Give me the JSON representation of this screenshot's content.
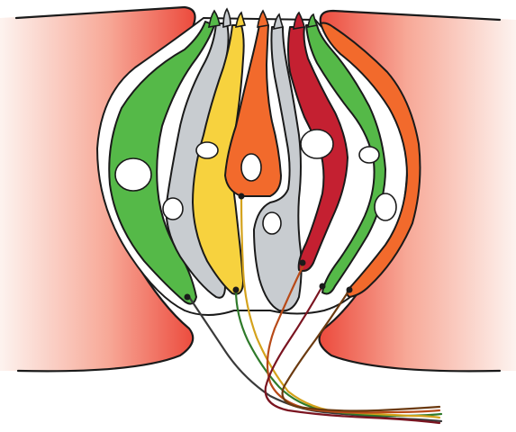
{
  "diagram": {
    "kind": "taste-bud-cross-section",
    "colors": {
      "epithelium_light": "#fbe4dc",
      "epithelium_dark": "#ec4a3c",
      "cell_green": "#55b948",
      "cell_gray": "#c8ccd0",
      "cell_yellow": "#f7d23e",
      "cell_orange": "#f26a2c",
      "cell_red": "#c42031",
      "nucleus": "#ffffff",
      "outline": "#1a1a1a"
    },
    "cells": [
      {
        "id": "green-left",
        "color": "green"
      },
      {
        "id": "gray-left",
        "color": "gray"
      },
      {
        "id": "yellow",
        "color": "yellow"
      },
      {
        "id": "orange-center",
        "color": "orange"
      },
      {
        "id": "gray-center",
        "color": "gray"
      },
      {
        "id": "red",
        "color": "red"
      },
      {
        "id": "green-right",
        "color": "green"
      },
      {
        "id": "orange-right",
        "color": "orange"
      }
    ],
    "nerve_fibers": [
      "dark",
      "green",
      "yellow",
      "orange",
      "red"
    ]
  }
}
